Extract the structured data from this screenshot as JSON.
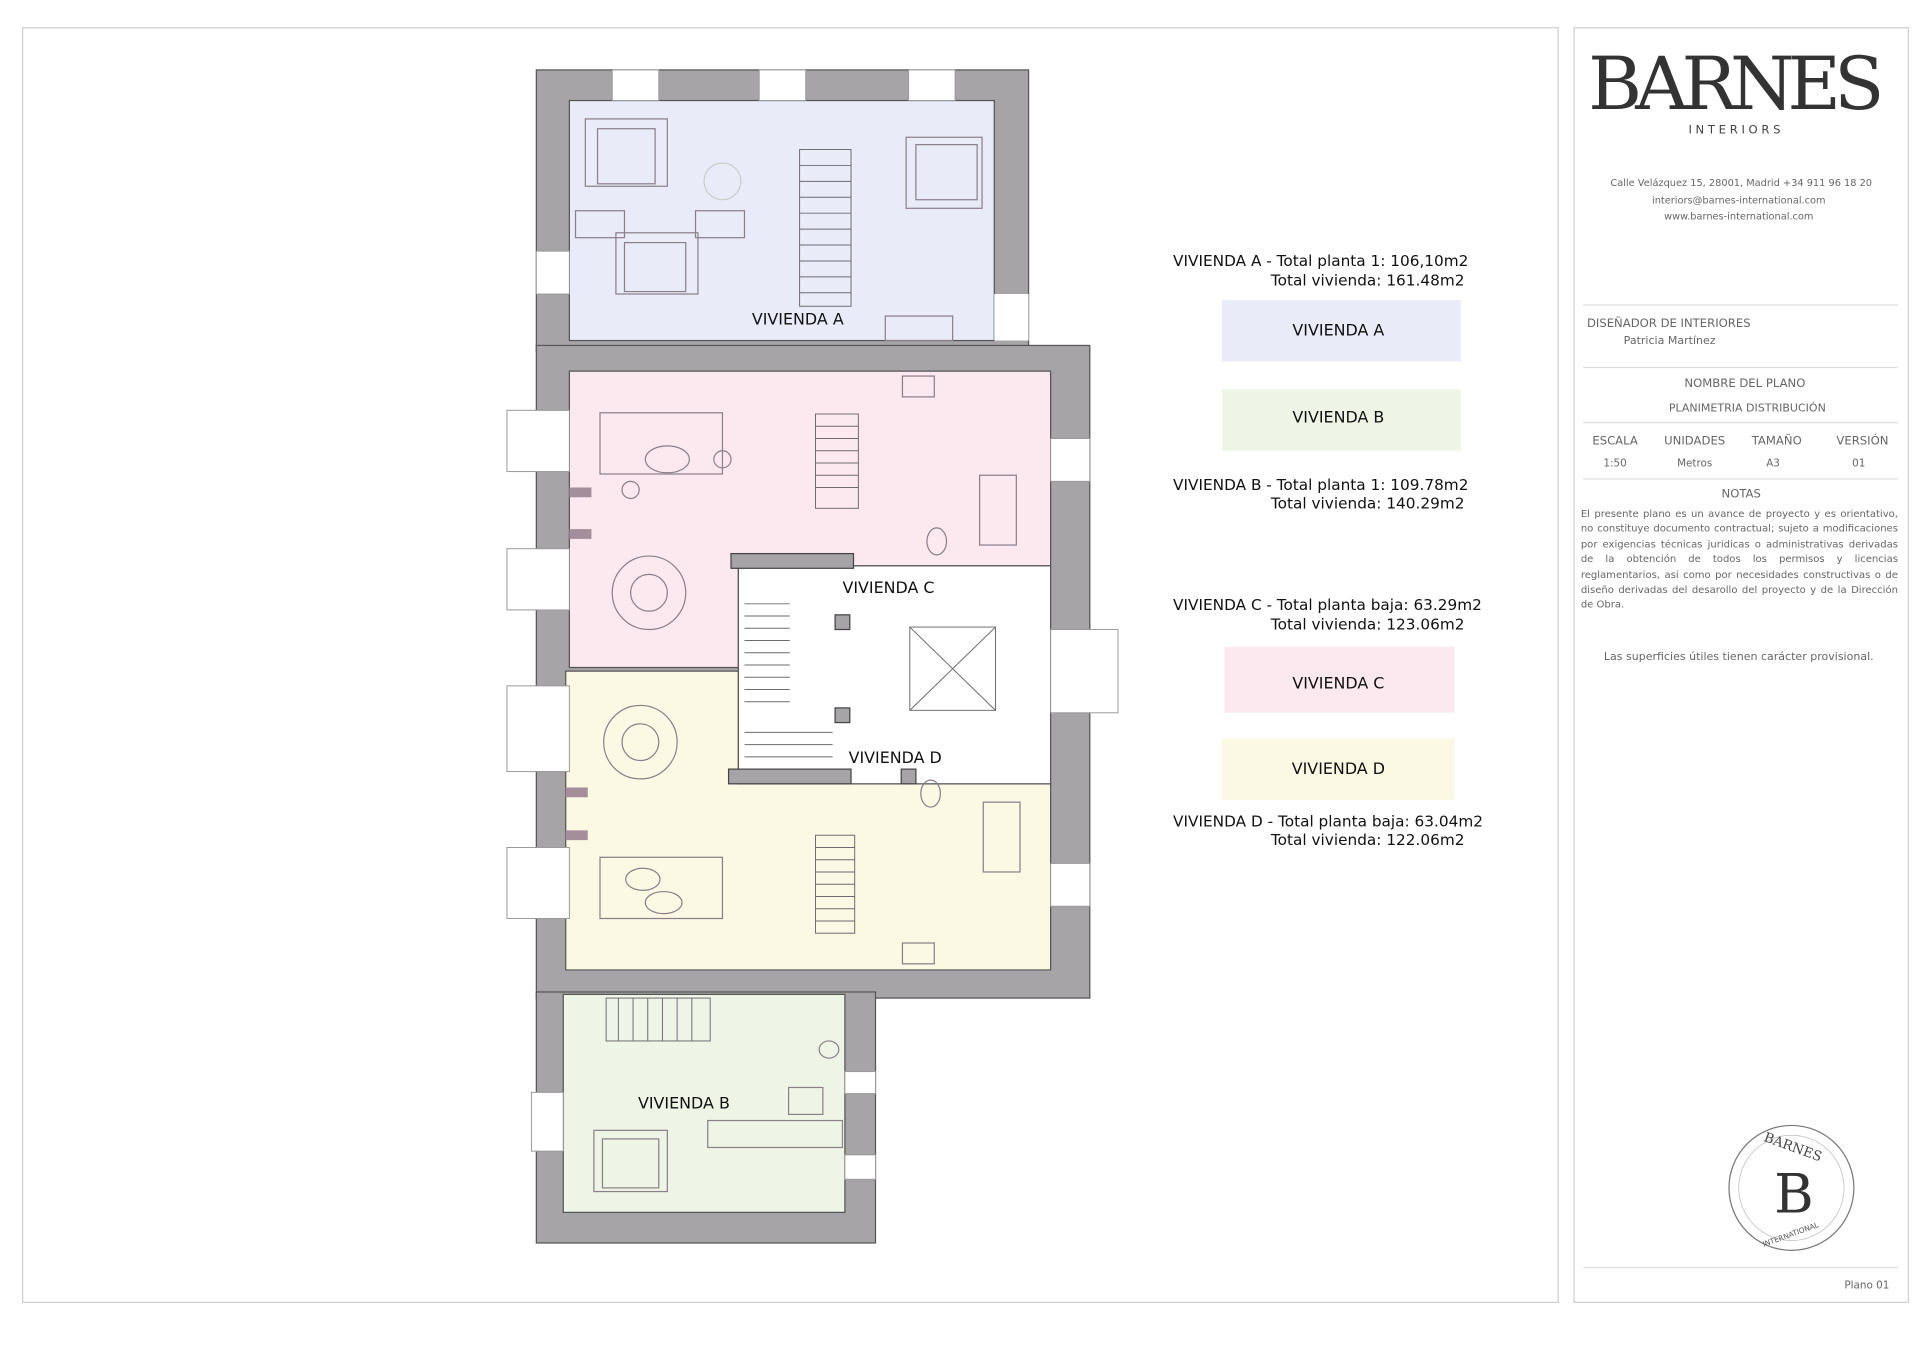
{
  "plan_labels": {
    "vivienda_a": "VIVIENDA A",
    "vivienda_b": "VIVIENDA B",
    "vivienda_c": "VIVIENDA C",
    "vivienda_d": "VIVIENDA D"
  },
  "areas": [
    {
      "line1": "VIVIENDA A - Total planta 1: 106,10m2",
      "line2": "Total vivienda: 161.48m2"
    },
    {
      "line1": "VIVIENDA B - Total planta 1: 109.78m2",
      "line2": "Total vivienda: 140.29m2"
    },
    {
      "line1": "VIVIENDA C - Total planta baja: 63.29m2",
      "line2": "Total vivienda: 123.06m2"
    },
    {
      "line1": "VIVIENDA D - Total planta baja: 63.04m2",
      "line2": "Total vivienda: 122.06m2"
    }
  ],
  "legend": [
    {
      "label": "VIVIENDA A",
      "color": "#e9ebf8"
    },
    {
      "label": "VIVIENDA B",
      "color": "#eef5e6"
    },
    {
      "label": "VIVIENDA C",
      "color": "#fbe9ef"
    },
    {
      "label": "VIVIENDA D",
      "color": "#fbf8e3"
    }
  ],
  "colors": {
    "wall": "#a6a4a7",
    "line": "#6f6a70"
  },
  "panel": {
    "brand": "BARNES",
    "brand_sub": "INTERIORS",
    "address": "Calle Velázquez 15, 28001, Madrid +34 911 96 18 20",
    "email": "interiors@barnes-international.com",
    "web": "www.barnes-international.com",
    "designer_label": "DISEÑADOR DE INTERIORES",
    "designer_name": "Patricia Martínez",
    "plan_name_label": "NOMBRE DEL PLANO",
    "plan_name": "PLANIMETRIA DISTRIBUCIÓN",
    "specs": [
      {
        "label": "ESCALA",
        "value": "1:50"
      },
      {
        "label": "UNIDADES",
        "value": "Metros"
      },
      {
        "label": "TAMAÑO",
        "value": "A3"
      },
      {
        "label": "VERSIÓN",
        "value": "01"
      }
    ],
    "notes_label": "NOTAS",
    "notes": "El presente plano es un avance de proyecto y es orientativo, no constituye documento contractual; sujeto a modificaciones por exigencias técnicas juridicas o administrativas derivadas de la obtención de todos los permisos y licencias reglamentarios, asi como por necesidades constructivas o de diseño derivadas del desarollo del proyecto y de la Dirección de Obra.",
    "provisional": "Las superficies útiles tienen carácter provisional.",
    "seal_top": "BARNES",
    "seal_letter": "B",
    "seal_bottom": "INTERNATIONAL",
    "plano": "Plano 01"
  }
}
